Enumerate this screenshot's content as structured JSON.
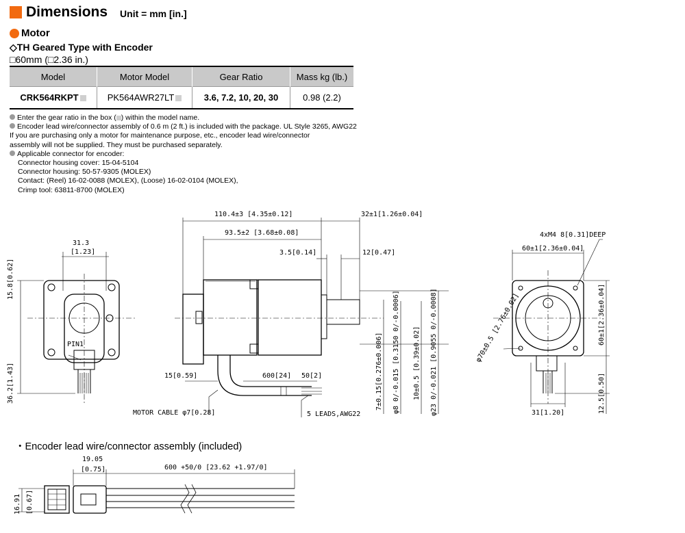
{
  "header": {
    "title": "Dimensions",
    "unit": "Unit = mm [in.]"
  },
  "section": {
    "title": "Motor",
    "subtitle": "◇TH Geared Type with Encoder",
    "size": "□60mm (□2.36 in.)"
  },
  "table": {
    "headers": [
      "Model",
      "Motor Model",
      "Gear Ratio",
      "Mass kg (lb.)"
    ],
    "row": {
      "model": "CRK564RKPT",
      "motor_model": "PK564AWR27LT",
      "gear_ratio": "3.6, 7.2, 10, 20, 30",
      "mass": "0.98 (2.2)"
    }
  },
  "notes": {
    "n1a": "Enter the gear ratio in the box (",
    "n1b": ") within the model name.",
    "n2": "Encoder lead wire/connector assembly of 0.6 m (2 ft.) is included with the package. UL Style 3265, AWG22",
    "n3": "If you are purchasing only a motor for maintenance purpose, etc., encoder lead wire/connector",
    "n4": "assembly will not be supplied. They must be purchased separately.",
    "n5": "Applicable connector for encoder:",
    "n6": "Connector housing cover: 15-04-5104",
    "n7": "Connector housing: 50-57-9305 (MOLEX)",
    "n8": "Contact: (Reel) 16-02-0088 (MOLEX), (Loose) 16-02-0104 (MOLEX),",
    "n9": "Crimp tool: 63811-8700 (MOLEX)"
  },
  "drawing": {
    "rear": {
      "w": "31.3",
      "w_in": "[1.23]",
      "h1": "15.8[0.62]",
      "h2": "36.2[1.43]",
      "pin": "PIN1"
    },
    "side": {
      "overall": "110.4±3 [4.35±0.12]",
      "body": "93.5±2 [3.68±0.08]",
      "shaft_ext": "32±1[1.26±0.04]",
      "step": "3.5[0.14]",
      "key": "12[0.47]",
      "cable_pos": "15[0.59]",
      "cable_len": "600[24]",
      "strip": "50[2]",
      "cable_label": "MOTOR CABLE φ7[0.28]",
      "leads": "5 LEADS,AWG22",
      "v1": "7±0.15[0.276±0.006]",
      "v2": "φ8 0/-0.015 [0.3150 0/-0.0006]",
      "v3": "10±0.5 [0.39±0.02]",
      "v4": "φ23 0/-0.021 [0.9055 0/-0.0008]"
    },
    "front": {
      "holes": "4xM4 8[0.31]DEEP",
      "width": "60±1[2.36±0.04]",
      "height": "60±1[2.36±0.04]",
      "pcd": "φ70±0.5 [2.76±0.02]",
      "pin_w": "31[1.20]",
      "pin_h": "12.5[0.50]"
    }
  },
  "encoder": {
    "title": "・Encoder lead wire/connector assembly (included)",
    "d1": "19.05",
    "d1_in": "[0.75]",
    "d2": "600 +50/0 [23.62 +1.97/0]",
    "h": "16.91",
    "h_in": "[0.67]"
  },
  "colors": {
    "accent": "#f26a10",
    "header_gray": "#c9c9c9"
  }
}
